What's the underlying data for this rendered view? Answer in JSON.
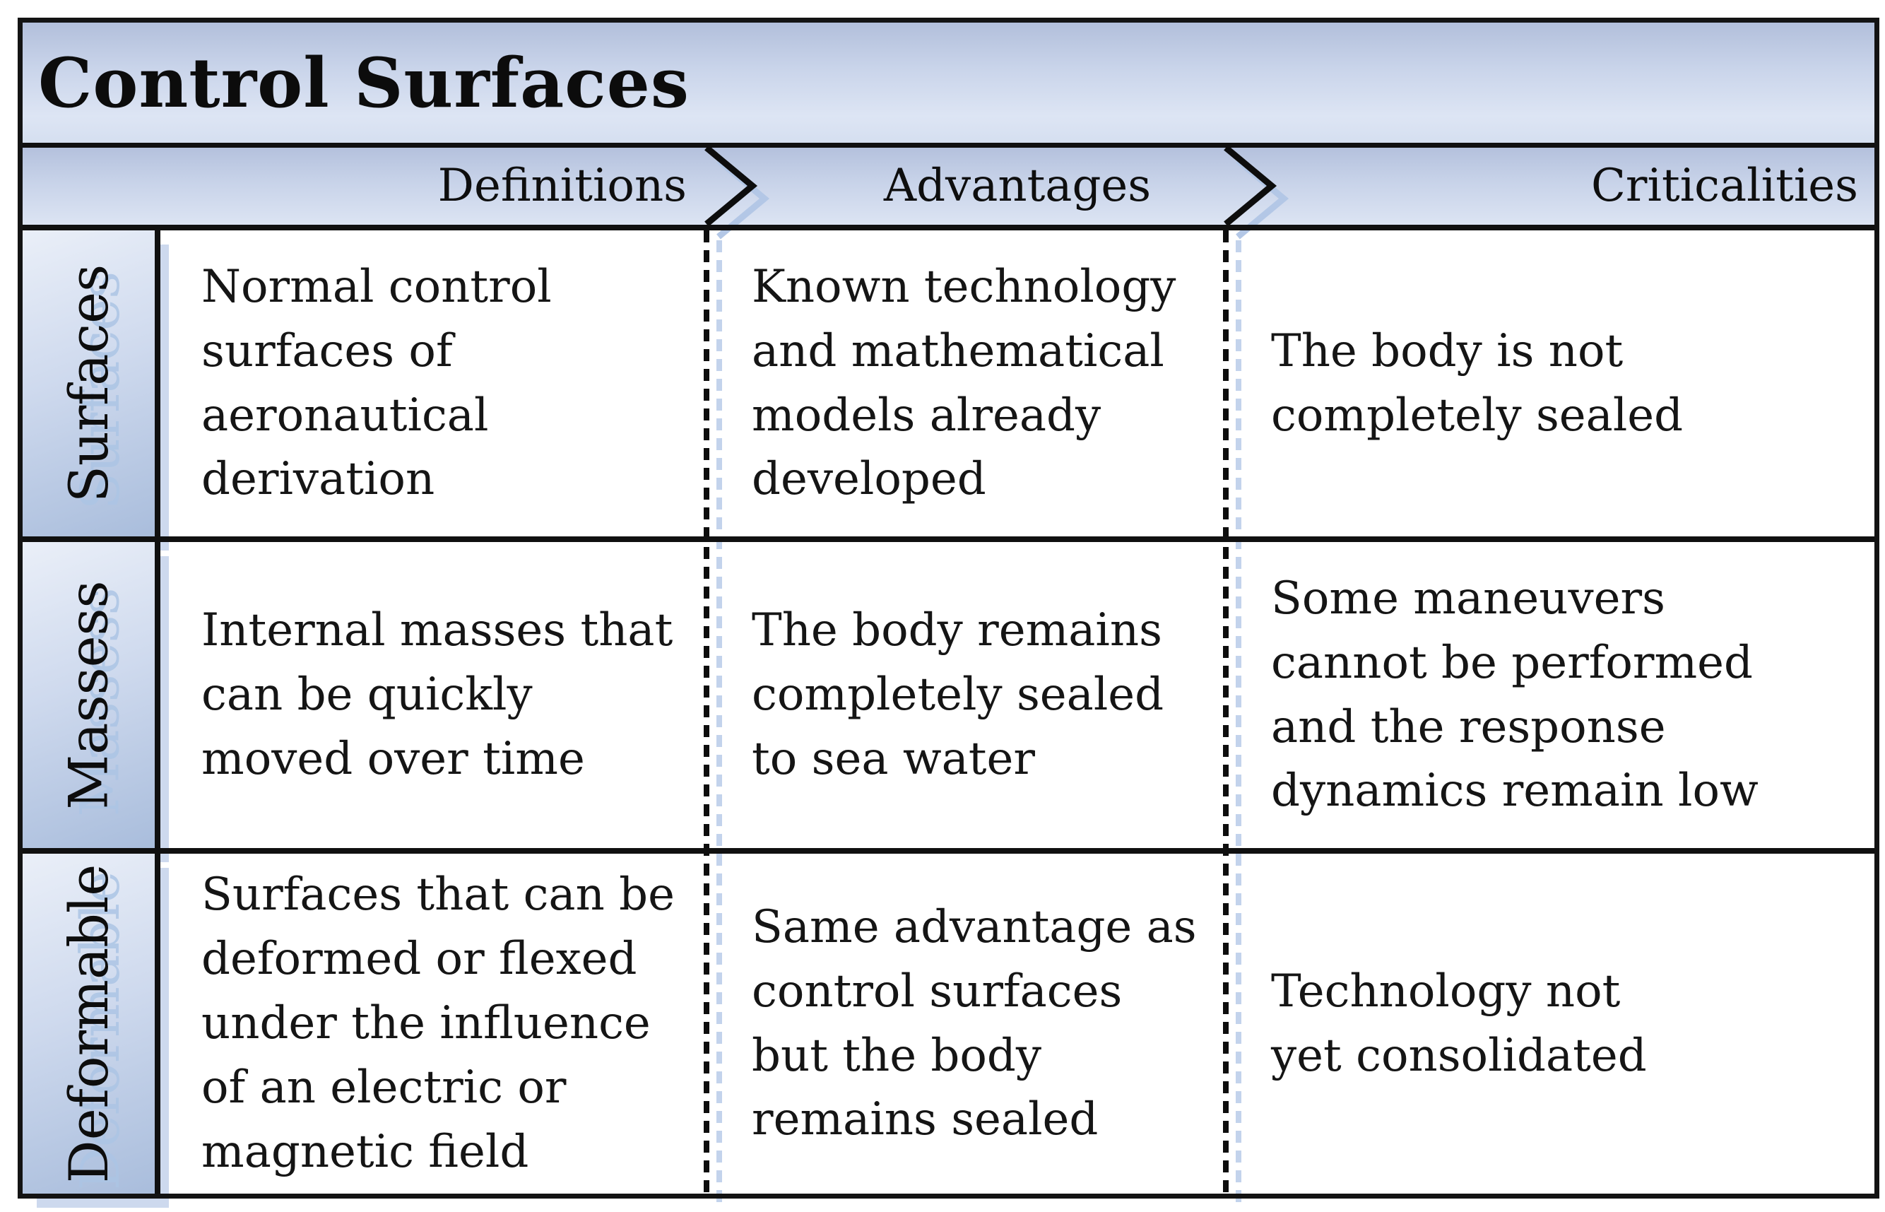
{
  "title": "Control Surfaces",
  "header": {
    "columns": [
      "Definitions",
      "Advantages",
      "Criticalities"
    ]
  },
  "rows": [
    {
      "label": "Surfaces",
      "definition": "Normal control\nsurfaces of\naeronautical\nderivation",
      "advantage": "Known technology\nand mathematical\nmodels already\ndeveloped",
      "criticality": "The body is not\ncompletely sealed"
    },
    {
      "label": "Massess",
      "definition": "Internal masses that\ncan be quickly\nmoved over time",
      "advantage": "The body remains\ncompletely sealed\nto sea water",
      "criticality": "Some maneuvers\ncannot be performed\nand the response\ndynamics remain low"
    },
    {
      "label": "Deformable",
      "definition": "Surfaces that can be\ndeformed or flexed\nunder the influence\nof an electric or\nmagnetic field",
      "advantage": "Same advantage as\ncontrol surfaces\nbut the body\nremains sealed",
      "criticality": "Technology not\nyet consolidated"
    }
  ],
  "colors": {
    "line_black": "#111111",
    "band_gradient_top": "#b4c1dd",
    "band_gradient_bottom": "#dce4f3",
    "label_gradient_dark": "#a9bddc",
    "label_gradient_light": "#eaeff8",
    "shadow_blue": "#cdd9ee",
    "dash_shadow_blue": "#c3d3ec",
    "background": "#ffffff"
  }
}
